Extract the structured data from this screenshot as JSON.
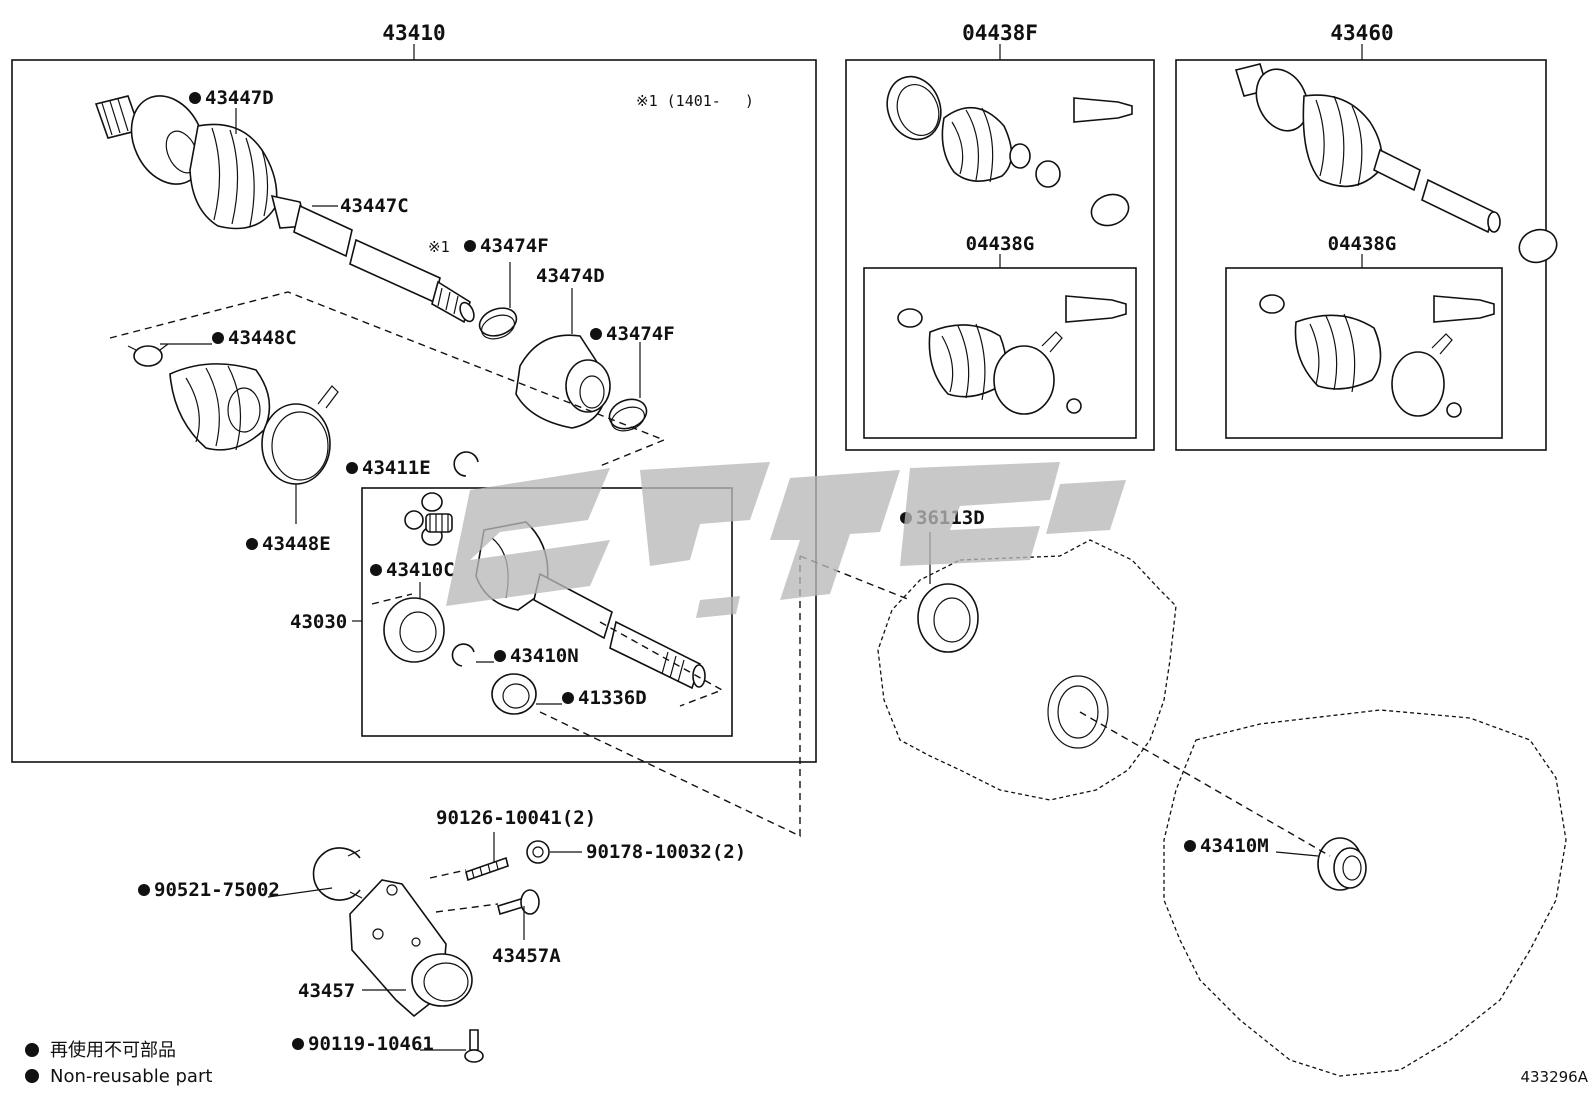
{
  "headers": {
    "main": "43410",
    "kit_f": "04438F",
    "right": "43460",
    "kit_g_mid": "04438G",
    "kit_g_right": "04438G"
  },
  "note_range": "※1 (1401-　 )",
  "note_mark": "※1",
  "parts": {
    "p43447D": "43447D",
    "p43447C": "43447C",
    "p43474F_a": "43474F",
    "p43474D": "43474D",
    "p43474F_b": "43474F",
    "p43448C": "43448C",
    "p43411E": "43411E",
    "p43448E": "43448E",
    "p43410C": "43410C",
    "p43030": "43030",
    "p43410N": "43410N",
    "p41336D": "41336D",
    "p36113D": "36113D",
    "p43410M": "43410M",
    "p90126": "90126-10041(2)",
    "p90178": "90178-10032(2)",
    "p90521": "90521-75002",
    "p43457A": "43457A",
    "p43457": "43457",
    "p90119": "90119-10461"
  },
  "legend": {
    "jp": "再使用不可部品",
    "en": "Non-reusable part"
  },
  "diagram_code": "433296A",
  "colors": {
    "ink": "#111111",
    "watermark": "#b8b8b8",
    "background": "#ffffff"
  }
}
